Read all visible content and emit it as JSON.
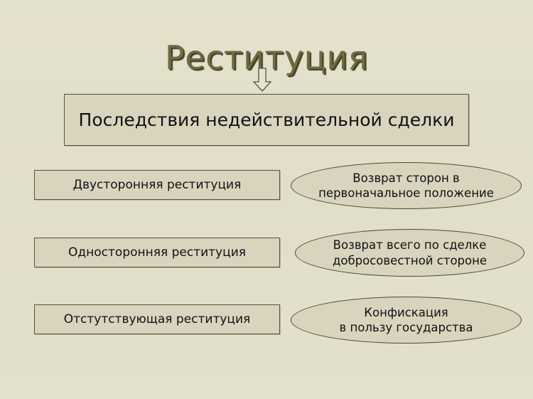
{
  "slide": {
    "title": "Реституция",
    "main_box": "Последствия недействительной сделки",
    "rows": [
      {
        "type": "Двусторонняя реституция",
        "result_line1": "Возврат сторон в",
        "result_line2": "первоначальное положение"
      },
      {
        "type": "Односторонняя реституция",
        "result_line1": "Возврат всего по сделке",
        "result_line2": "добросовестной стороне"
      },
      {
        "type": "Отстутствующая реституция",
        "result_line1": "Конфискация",
        "result_line2": "в пользу государства"
      }
    ]
  },
  "icons": {
    "arrow": "down-arrow-outline"
  },
  "colors": {
    "background": "#e2dfca",
    "box_fill": "#d8d4be",
    "title_text": "#6d6b3f",
    "border": "#54533a"
  }
}
